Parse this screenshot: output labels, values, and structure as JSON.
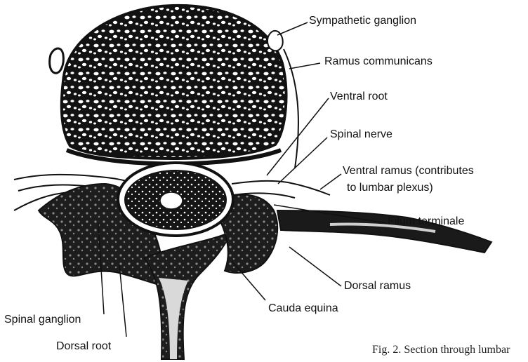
{
  "labels": {
    "sympathetic_ganglion": "Sympathetic ganglion",
    "ramus_communicans": "Ramus communicans",
    "ventral_root": "Ventral root",
    "spinal_nerve": "Spinal nerve",
    "ventral_ramus_line1": "Ventral ramus (contributes",
    "ventral_ramus_line2": "to lumbar plexus)",
    "filum_terminale": "Filum terminale",
    "dorsal_ramus": "Dorsal ramus",
    "cauda_equina": "Cauda equina",
    "spinal_ganglion": "Spinal ganglion",
    "dorsal_root": "Dorsal root"
  },
  "caption": "Fig. 2. Section through lumbar",
  "colors": {
    "ink": "#111111",
    "bone_fill": "#1a1a1a",
    "paper": "#ffffff"
  }
}
